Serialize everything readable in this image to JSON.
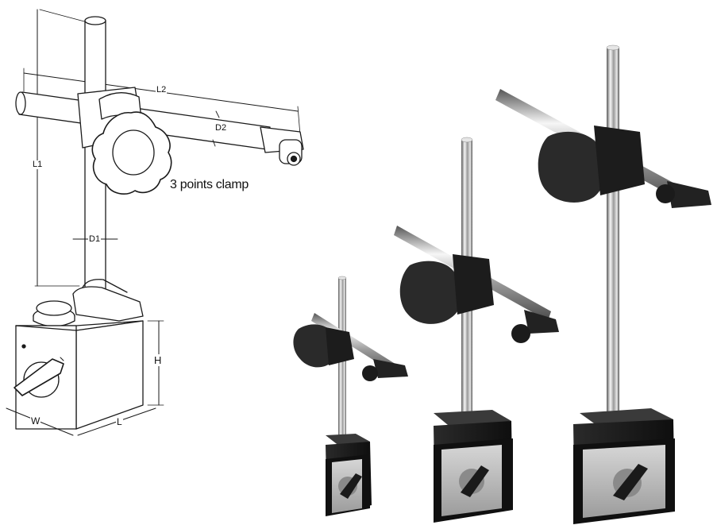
{
  "labels": {
    "l1": "L1",
    "l2": "L2",
    "d1": "D1",
    "d2": "D2",
    "h": "H",
    "w": "W",
    "l": "L",
    "clamp": "3 points clamp"
  },
  "colors": {
    "line": "#1a1a1a",
    "knob": "#262626",
    "chrome_light": "#f4f4f4",
    "chrome_dark": "#6e6e6e",
    "base_dark": "#1e1e1e",
    "face_plate": "#b9b9b9"
  }
}
